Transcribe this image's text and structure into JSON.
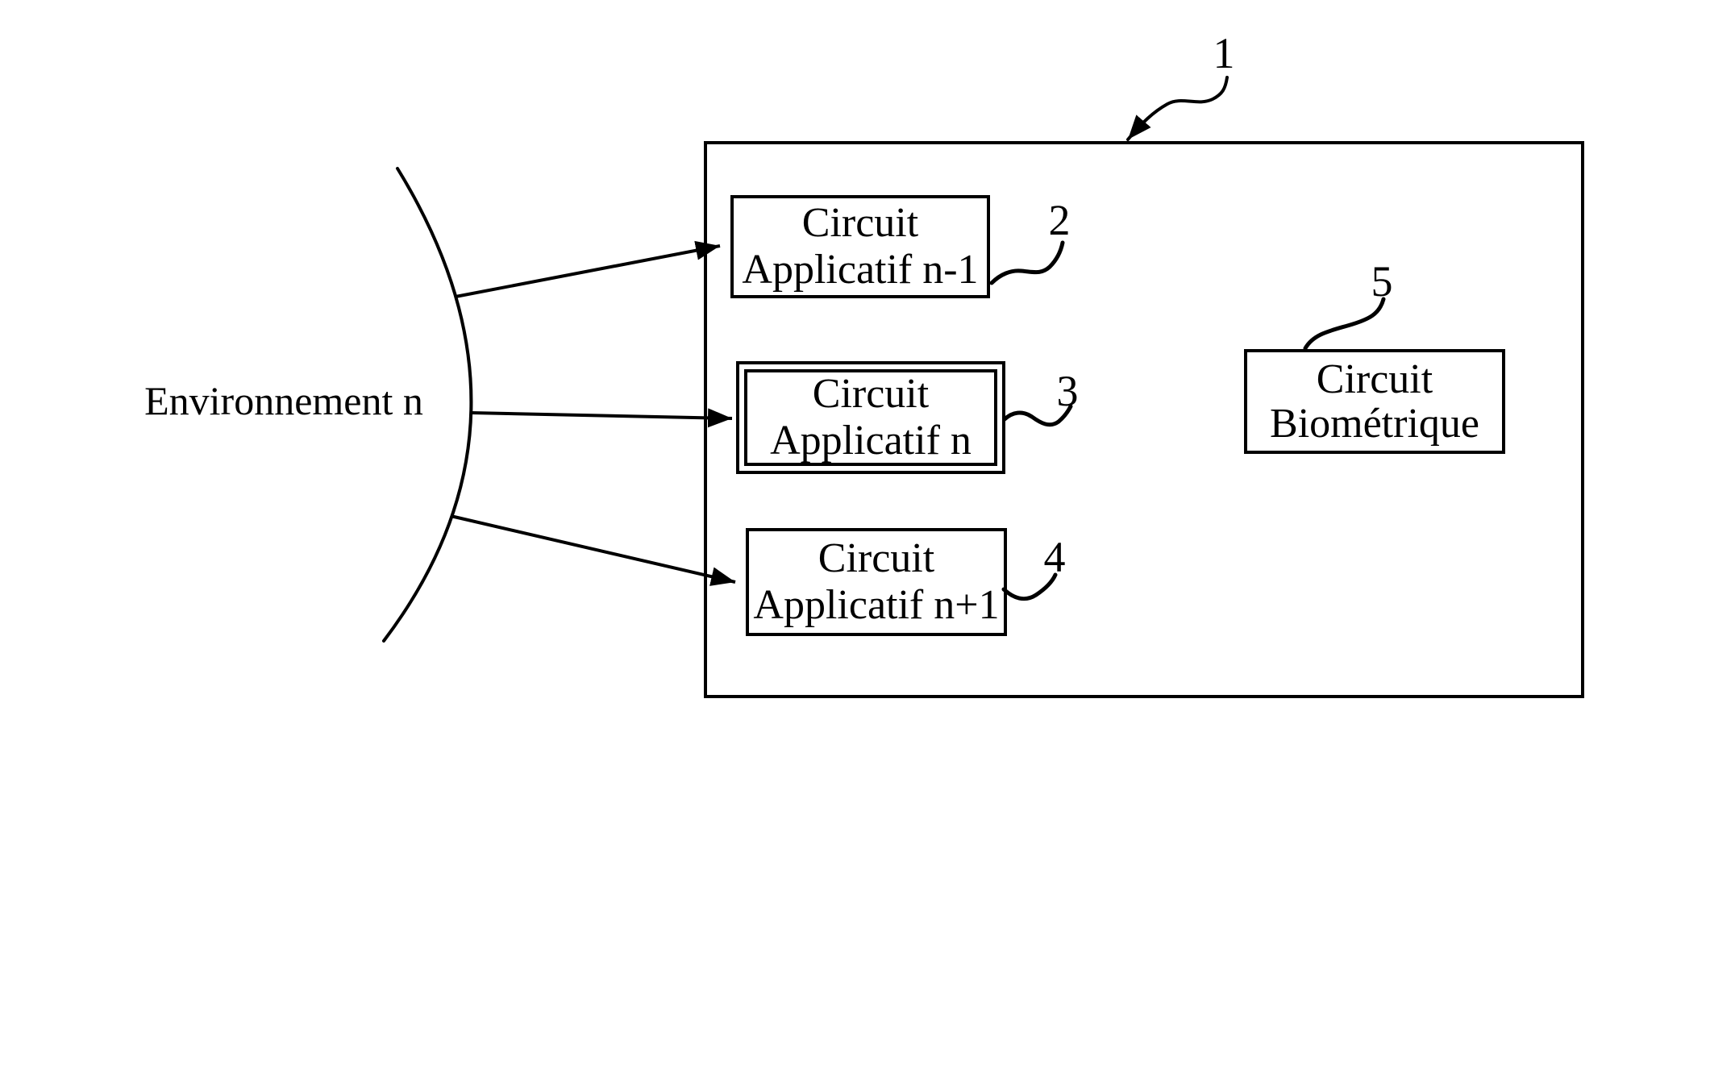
{
  "figure": {
    "background_color": "#ffffff",
    "line_color": "#000000",
    "environment": {
      "label": "Environnement n"
    },
    "enclosure": {
      "ref": "1"
    },
    "boxes": [
      {
        "name": "circuit-applicatif-n-1",
        "line1": "Circuit",
        "line2": "Applicatif n-1",
        "ref": "2",
        "emphasized": false
      },
      {
        "name": "circuit-applicatif-n",
        "line1": "Circuit",
        "line2": "Applicatif n",
        "ref": "3",
        "emphasized": true
      },
      {
        "name": "circuit-applicatif-n-plus-1",
        "line1": "Circuit",
        "line2": "Applicatif n+1",
        "ref": "4",
        "emphasized": false
      },
      {
        "name": "circuit-biometrique",
        "line1": "Circuit",
        "line2": "Biométrique",
        "ref": "5",
        "emphasized": false
      }
    ]
  }
}
